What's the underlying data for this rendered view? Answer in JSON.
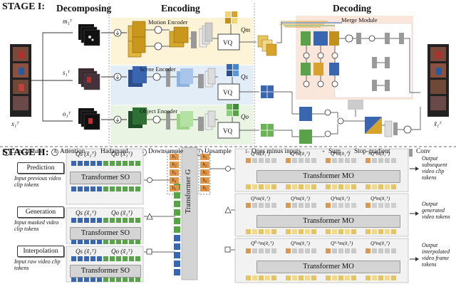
{
  "stage1": {
    "title": "STAGE I:",
    "decomposing": "Decomposing",
    "encoding": "Encoding",
    "decoding": "Decoding",
    "motion_encoder": "Motion Encoder",
    "scene_encoder": "Scene Encoder",
    "object_encoder": "Object Encoder",
    "merge_module": "Merge Module",
    "vq": "VQ",
    "input_var": "x₁ᵀ",
    "output_var": "x̃₁ᵀ",
    "m_var": "m₁ᵀ",
    "s_var": "s₁ᵀ",
    "o_var": "o₁ᵀ",
    "qm": "Qm",
    "qs": "Qs",
    "qo": "Qo"
  },
  "legend": [
    {
      "sym": "C",
      "text": "Concatenate"
    },
    {
      "sym": "A",
      "text": "Attention"
    },
    {
      "sym": "·",
      "text": "Hadamard"
    },
    {
      "sym": "↓",
      "text": "Downsample"
    },
    {
      "sym": "↑",
      "text": "Upsample"
    },
    {
      "sym": "1-",
      "text": "Ones minus inputs"
    },
    {
      "sym": "+",
      "text": "Sum"
    },
    {
      "sym": "○",
      "text": "Stop-gradient"
    },
    {
      "sym": "▮",
      "text": "Conv"
    }
  ],
  "stage2": {
    "title": "STAGE II:",
    "tasks": [
      {
        "name": "Prediction",
        "desc": "Input previous video clip tokens",
        "out": "Output subsequent video clip tokens",
        "marker": "○"
      },
      {
        "name": "Generation",
        "desc": "Input masked video clip tokens",
        "out": "Output generated video tokens",
        "marker": "△"
      },
      {
        "name": "Interpolation",
        "desc": "Input raw video clip tokens",
        "out": "Output interpolated video frame tokens",
        "marker": "□"
      }
    ],
    "tf_so": "Transformer SO",
    "tf_mo": "Transformer MO",
    "tf_g": "Transformer G",
    "qs_lbl": "Qs (x̃₁ᵀ)",
    "qo_lbl": "Qo (x̃₁ᵀ)",
    "h_tokens": [
      "h₁",
      "h₂",
      "h₃",
      "h₄",
      "h₅"
    ],
    "mo_rows": [
      [
        "Q¹m(x̃₁ᵀ)",
        "Q²m(x̃₁ᵀ)",
        "Q³m(x̃₁ᵀ)",
        "Q⁴m(x̃₁ᵀ)"
      ],
      [
        "Q¹m(x̃₁ᵀ)",
        "Q²m(x̃₁ᵀ)",
        "Q³m(x̃₁ᵀ)",
        "Q⁴m(x̃₁ᵀ)"
      ],
      [
        "Q⁰·⁵m(x̃₁ᵀ)",
        "Q¹m(x̃₁ᵀ)",
        "Q¹·⁵m(x̃₁ᵀ)",
        "Q²m(x̃₁ᵀ)"
      ]
    ]
  }
}
